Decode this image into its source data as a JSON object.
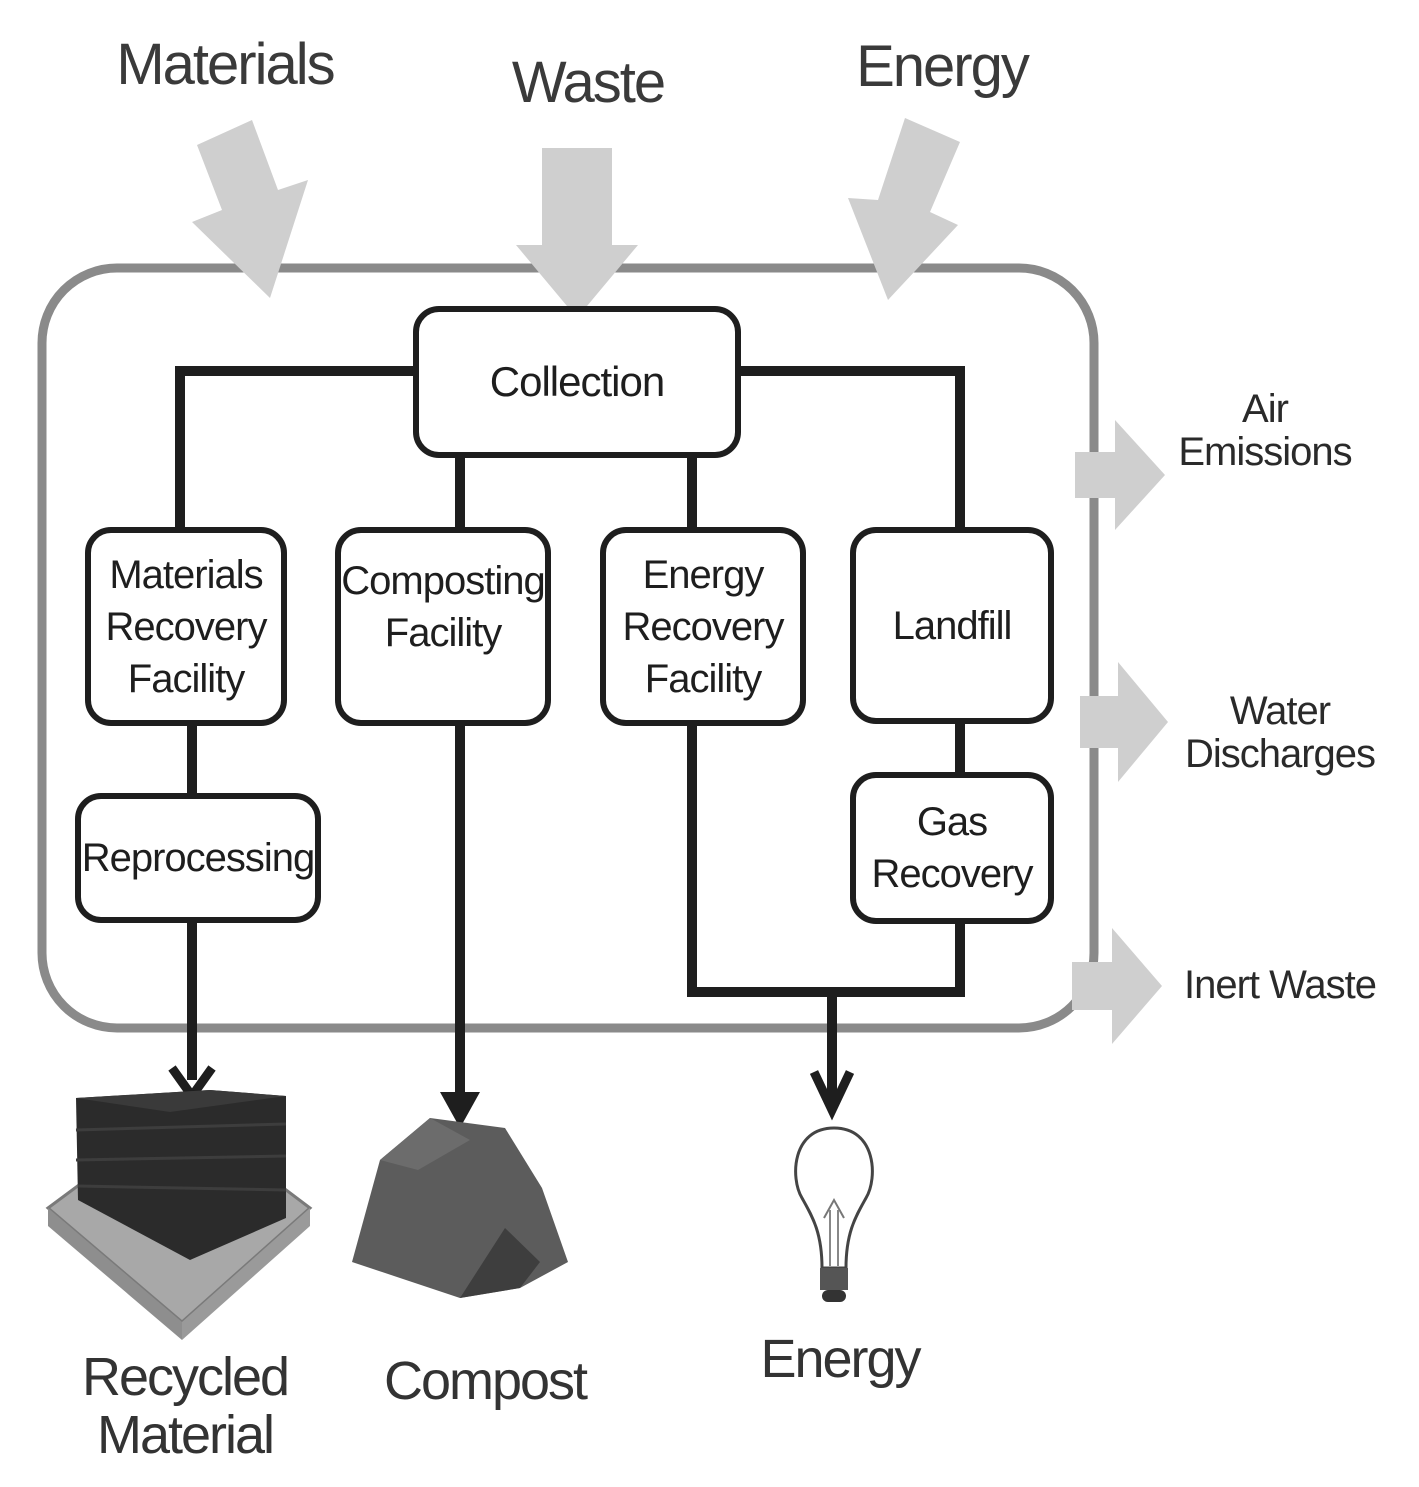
{
  "inputs": {
    "materials": "Materials",
    "waste": "Waste",
    "energy": "Energy"
  },
  "nodes": {
    "collection": "Collection",
    "mrf": [
      "Materials",
      "Recovery",
      "Facility"
    ],
    "composting": [
      "Composting",
      "Facility"
    ],
    "erf": [
      "Energy",
      "Recovery",
      "Facility"
    ],
    "landfill": "Landfill",
    "reprocessing": "Reprocessing",
    "gas_recovery": [
      "Gas",
      "Recovery"
    ]
  },
  "emissions": {
    "air": [
      "Air",
      "Emissions"
    ],
    "water": [
      "Water",
      "Discharges"
    ],
    "inert": "Inert Waste"
  },
  "outputs": {
    "recycled": [
      "Recycled",
      "Material"
    ],
    "compost": "Compost",
    "energy": "Energy"
  },
  "colors": {
    "line": "#1e1e1e",
    "boundary": "#8a8a8a",
    "flow_arrow": "#cfcfcf",
    "bale": "#2b2b2b",
    "pallet": "#a8a8a8",
    "compost": "#5c5c5c"
  },
  "icons": [
    "recycled-bale-icon",
    "compost-pile-icon",
    "light-bulb-icon"
  ]
}
